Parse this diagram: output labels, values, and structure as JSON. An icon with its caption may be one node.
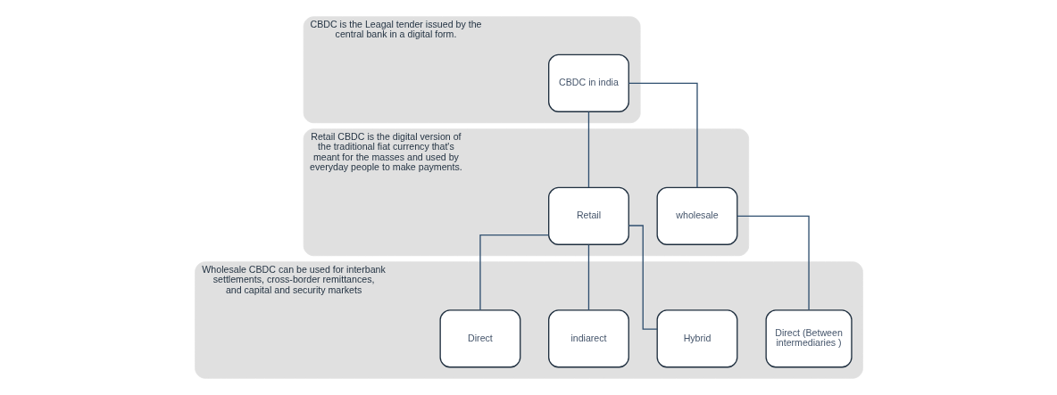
{
  "diagram": {
    "nodes": [
      {
        "text": [
          "CBDC is the Leagal tender issued by the central bank in a digital form."
        ]
      },
      {
        "text": [
          "CBDC in india"
        ],
        "in": 0
      },
      {
        "text": [
          "Retail CBDC is the digital version of the traditional fiat currency that's meant for the masses and used by everyday people to make payments."
        ]
      },
      {
        "text": [
          "Retail"
        ],
        "in": 2
      },
      {
        "text": [
          "wholesale"
        ],
        "in": 2
      },
      {
        "text": [
          "Wholesale CBDC can be used for interbank settlements, cross-border remittances, and capital and security markets"
        ]
      },
      {
        "text": [
          "Direct"
        ],
        "in": 5
      },
      {
        "text": [
          "indiarect"
        ],
        "in": 5
      },
      {
        "text": [
          "Hybrid"
        ],
        "in": 5
      },
      {
        "text": [
          "Direct (Between intermediaries )"
        ],
        "in": 5
      }
    ],
    "edges": [
      {
        "from": 1,
        "to": 3,
        "arrow": "none"
      },
      {
        "from": 1,
        "to": 4,
        "arrow": "none"
      },
      {
        "from": 3,
        "to": 6,
        "arrow": "none"
      },
      {
        "from": 3,
        "to": 7,
        "arrow": "none"
      },
      {
        "from": 3,
        "to": 8,
        "arrow": "none"
      },
      {
        "from": 4,
        "to": 9,
        "arrow": "none"
      }
    ]
  }
}
